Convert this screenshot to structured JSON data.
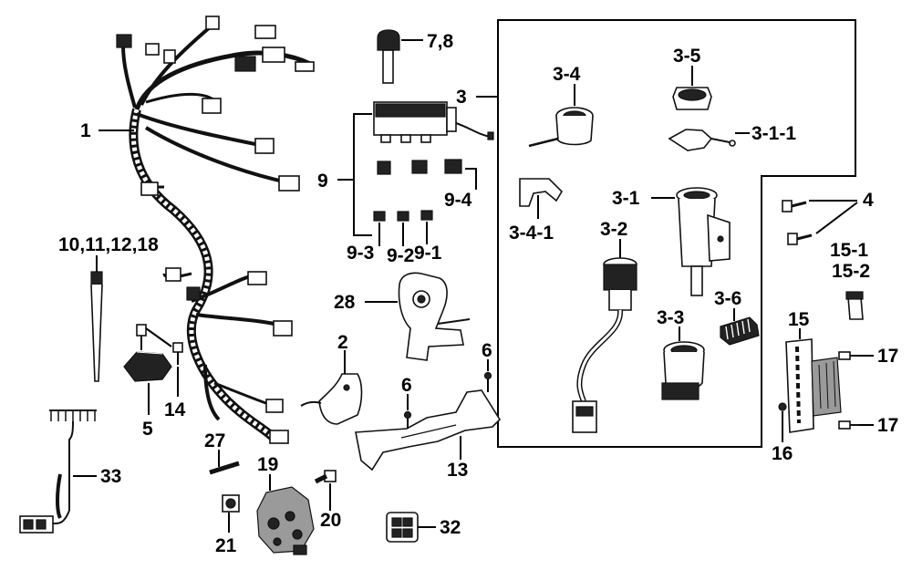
{
  "labels": {
    "p1": "1",
    "p3": "3",
    "p3_1": "3-1",
    "p3_1_1": "3-1-1",
    "p3_2": "3-2",
    "p3_3": "3-3",
    "p3_4": "3-4",
    "p3_4_1": "3-4-1",
    "p3_5": "3-5",
    "p3_6": "3-6",
    "p4": "4",
    "p5": "5",
    "p6a": "6",
    "p6b": "6",
    "p7_8": "7,8",
    "p9": "9",
    "p9_1": "9-1",
    "p9_2": "9-2",
    "p9_3": "9-3",
    "p9_4": "9-4",
    "p10_11_12_18": "10,11,12,18",
    "p13": "13",
    "p14": "14",
    "p15": "15",
    "p15_1": "15-1",
    "p15_2": "15-2",
    "p16": "16",
    "p17a": "17",
    "p17b": "17",
    "p19": "19",
    "p20": "20",
    "p21": "21",
    "p27": "27",
    "p28": "28",
    "p32": "32",
    "p33": "33"
  }
}
